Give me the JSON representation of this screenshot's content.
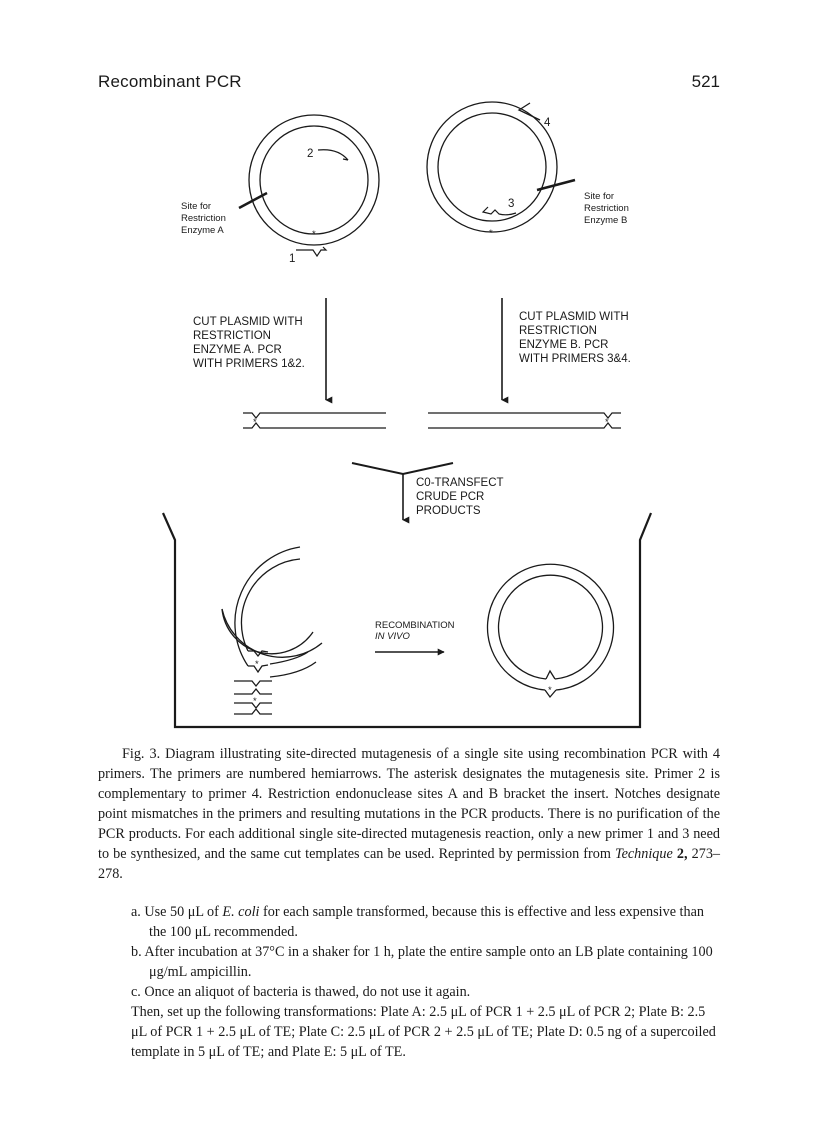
{
  "header": {
    "running_title": "Recombinant PCR",
    "page_number": "521"
  },
  "figure": {
    "left_plasmid": {
      "primer_2": "2",
      "primer_1": "1",
      "site_label": [
        "Site for",
        "Restriction",
        "Enzyme A"
      ],
      "asterisk": "*"
    },
    "right_plasmid": {
      "primer_4": "4",
      "primer_3": "3",
      "site_label": [
        "Site for",
        "Restriction",
        "Enzyme B"
      ],
      "asterisk": "*"
    },
    "step_a": [
      "CUT PLASMID WITH",
      "RESTRICTION",
      "ENZYME A.  PCR",
      "WITH PRIMERS 1&2."
    ],
    "step_b": [
      "CUT PLASMID WITH",
      "RESTRICTION",
      "ENZYME B.  PCR",
      "WITH PRIMERS 3&4."
    ],
    "cotransfect": [
      "C0-TRANSFECT",
      "CRUDE PCR",
      "PRODUCTS"
    ],
    "recombination": [
      "RECOMBINATION",
      "IN VIVO"
    ],
    "asterisk": "*"
  },
  "caption": {
    "fig_label": "Fig. 3.",
    "text_1": " Diagram illustrating site-directed mutagenesis of a single site using recombination PCR with 4 primers. The primers are numbered hemiarrows. The asterisk designates the mutagenesis site. Primer 2 is complementary to primer 4. Restriction endonuclease sites A and B bracket the insert. Notches designate point mismatches in the primers and resulting mutations in the PCR products. There is no purification of the PCR products. For each additional single site-directed mutagenesis reaction, only a new primer 1 and 3 need to be synthesized, and the same cut templates can be used. Reprinted by permission from ",
    "journal": "Technique",
    "volume": "2,",
    "pages": " 273–278."
  },
  "list": {
    "a": {
      "marker": "a.",
      "pre": "Use 50 μL of ",
      "organism": "E. coli",
      "post": " for each sample transformed, because this is effective and less expensive than the 100 μL recommended."
    },
    "b": {
      "marker": "b.",
      "text": "After incubation at 37°C in a shaker for 1 h, plate the entire sample onto an LB plate containing 100 μg/mL ampicillin."
    },
    "c": {
      "marker": "c.",
      "text": "Once an aliquot of bacteria is thawed, do not use it again."
    },
    "then": "Then, set up the following transformations: Plate A: 2.5 μL of PCR 1 + 2.5 μL of PCR 2; Plate B: 2.5 μL of PCR 1 + 2.5 μL of TE; Plate C: 2.5 μL of PCR 2 + 2.5 μL of TE; Plate D: 0.5 ng of a supercoiled template in 5 μL of TE; and Plate E: 5 μL of TE."
  }
}
